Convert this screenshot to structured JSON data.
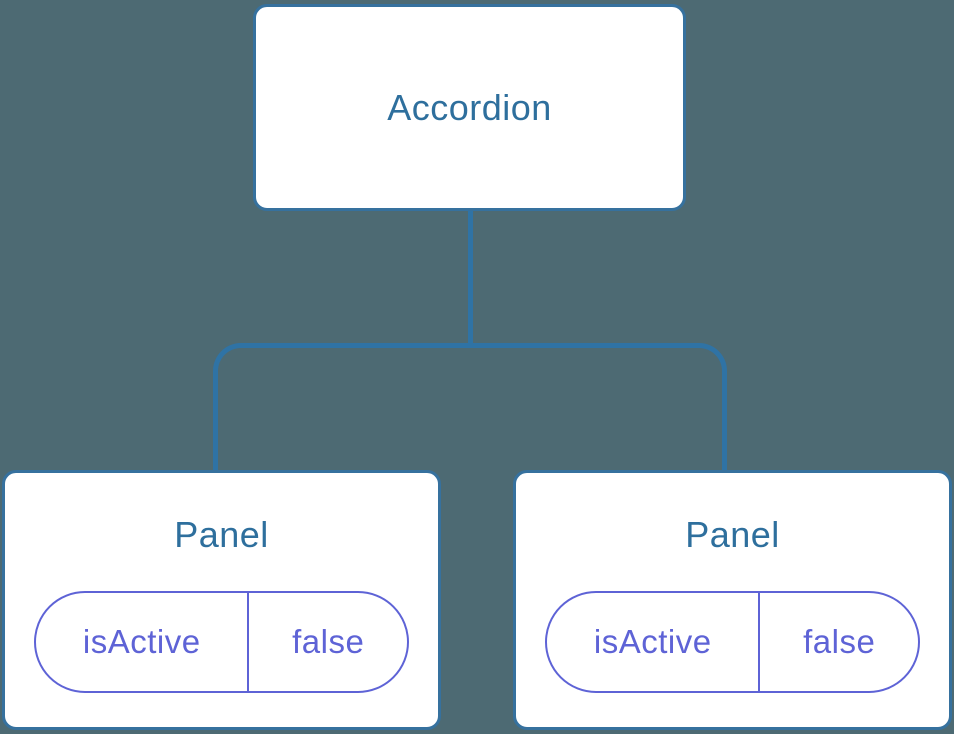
{
  "diagram": {
    "kind": "component-tree",
    "root": {
      "label": "Accordion"
    },
    "panels": [
      {
        "label": "Panel",
        "state": {
          "key": "isActive",
          "value": "false"
        }
      },
      {
        "label": "Panel",
        "state": {
          "key": "isActive",
          "value": "false"
        }
      }
    ],
    "colors": {
      "background": "#4D6A73",
      "node_fill": "#FFFFFF",
      "node_border": "#36719E",
      "node_text": "#2E6F9D",
      "connector": "#2F73A5",
      "state_pill": "#5E63D6"
    }
  }
}
